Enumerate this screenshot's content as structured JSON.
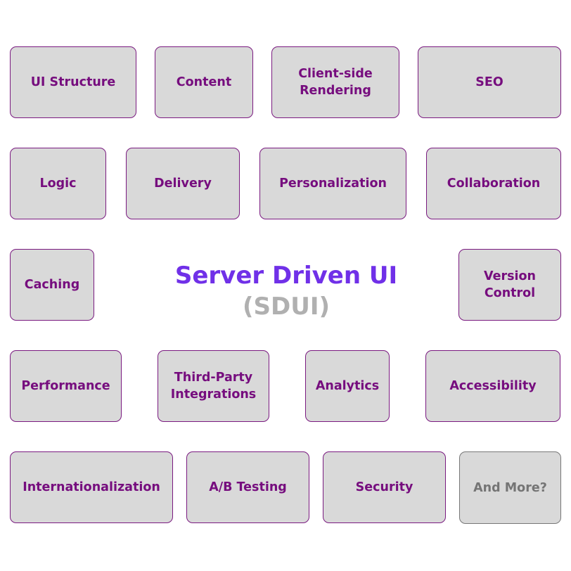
{
  "title": "Server Driven UI",
  "subtitle": "(SDUI)",
  "rows": [
    [
      "UI Structure",
      "Content",
      "Client-side Rendering",
      "SEO"
    ],
    [
      "Logic",
      "Delivery",
      "Personalization",
      "Collaboration"
    ],
    [
      "Caching",
      "Version Control"
    ],
    [
      "Performance",
      "Third-Party Integrations",
      "Analytics",
      "Accessibility"
    ],
    [
      "Internationalization",
      "A/B Testing",
      "Security",
      "And More?"
    ]
  ],
  "colors": {
    "accent": "#7030e8",
    "box_text": "#760d7e",
    "box_border": "#7a1a80",
    "box_fill": "#d9d9d9",
    "muted": "#b0b0b0"
  }
}
